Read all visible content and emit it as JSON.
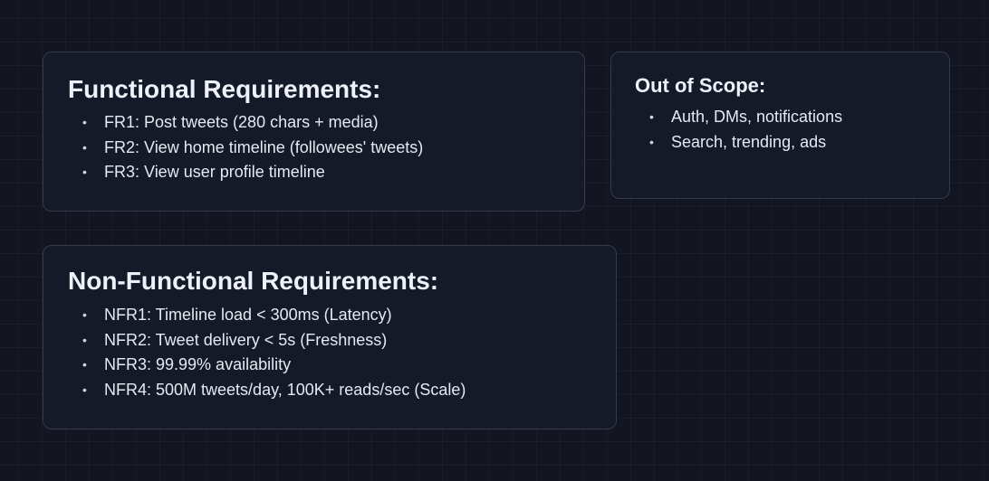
{
  "functional": {
    "title": "Functional Requirements:",
    "items": [
      "FR1: Post tweets (280 chars + media)",
      "FR2: View home timeline (followees' tweets)",
      "FR3: View user profile timeline"
    ]
  },
  "out_of_scope": {
    "title": "Out of Scope:",
    "items": [
      "Auth, DMs, notifications",
      "Search, trending, ads"
    ]
  },
  "non_functional": {
    "title": "Non-Functional Requirements:",
    "items": [
      "NFR1: Timeline load < 300ms (Latency)",
      "NFR2: Tweet delivery < 5s (Freshness)",
      "NFR3: 99.99% availability",
      "NFR4: 500M tweets/day, 100K+ reads/sec (Scale)"
    ]
  }
}
